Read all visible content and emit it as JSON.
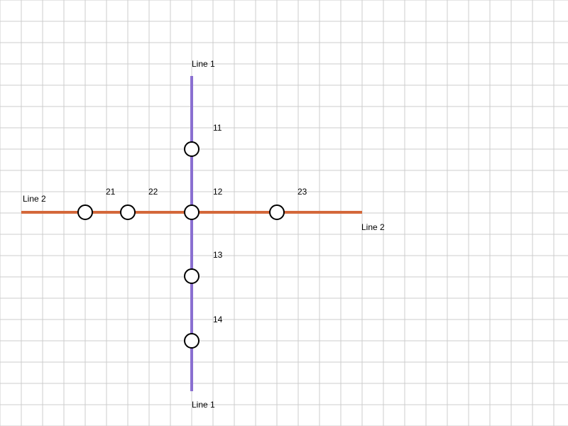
{
  "colors": {
    "background": "#ffffff",
    "grid": "#cccccc",
    "line1": "#8a6fd1",
    "line2": "#d4683a",
    "station_fill": "#ffffff",
    "station_stroke": "#000000"
  },
  "lines": {
    "line1": {
      "name": "Line 1",
      "orientation": "vertical"
    },
    "line2": {
      "name": "Line 2",
      "orientation": "horizontal"
    }
  },
  "stations": [
    {
      "id": "11",
      "label": "11",
      "lines": [
        "Line 1"
      ]
    },
    {
      "id": "12",
      "label": "12",
      "lines": [
        "Line 1",
        "Line 2"
      ]
    },
    {
      "id": "13",
      "label": "13",
      "lines": [
        "Line 1"
      ]
    },
    {
      "id": "14",
      "label": "14",
      "lines": [
        "Line 1"
      ]
    },
    {
      "id": "21",
      "label": "21",
      "lines": [
        "Line 2"
      ]
    },
    {
      "id": "22",
      "label": "22",
      "lines": [
        "Line 2"
      ]
    },
    {
      "id": "23",
      "label": "23",
      "lines": [
        "Line 2"
      ]
    }
  ]
}
